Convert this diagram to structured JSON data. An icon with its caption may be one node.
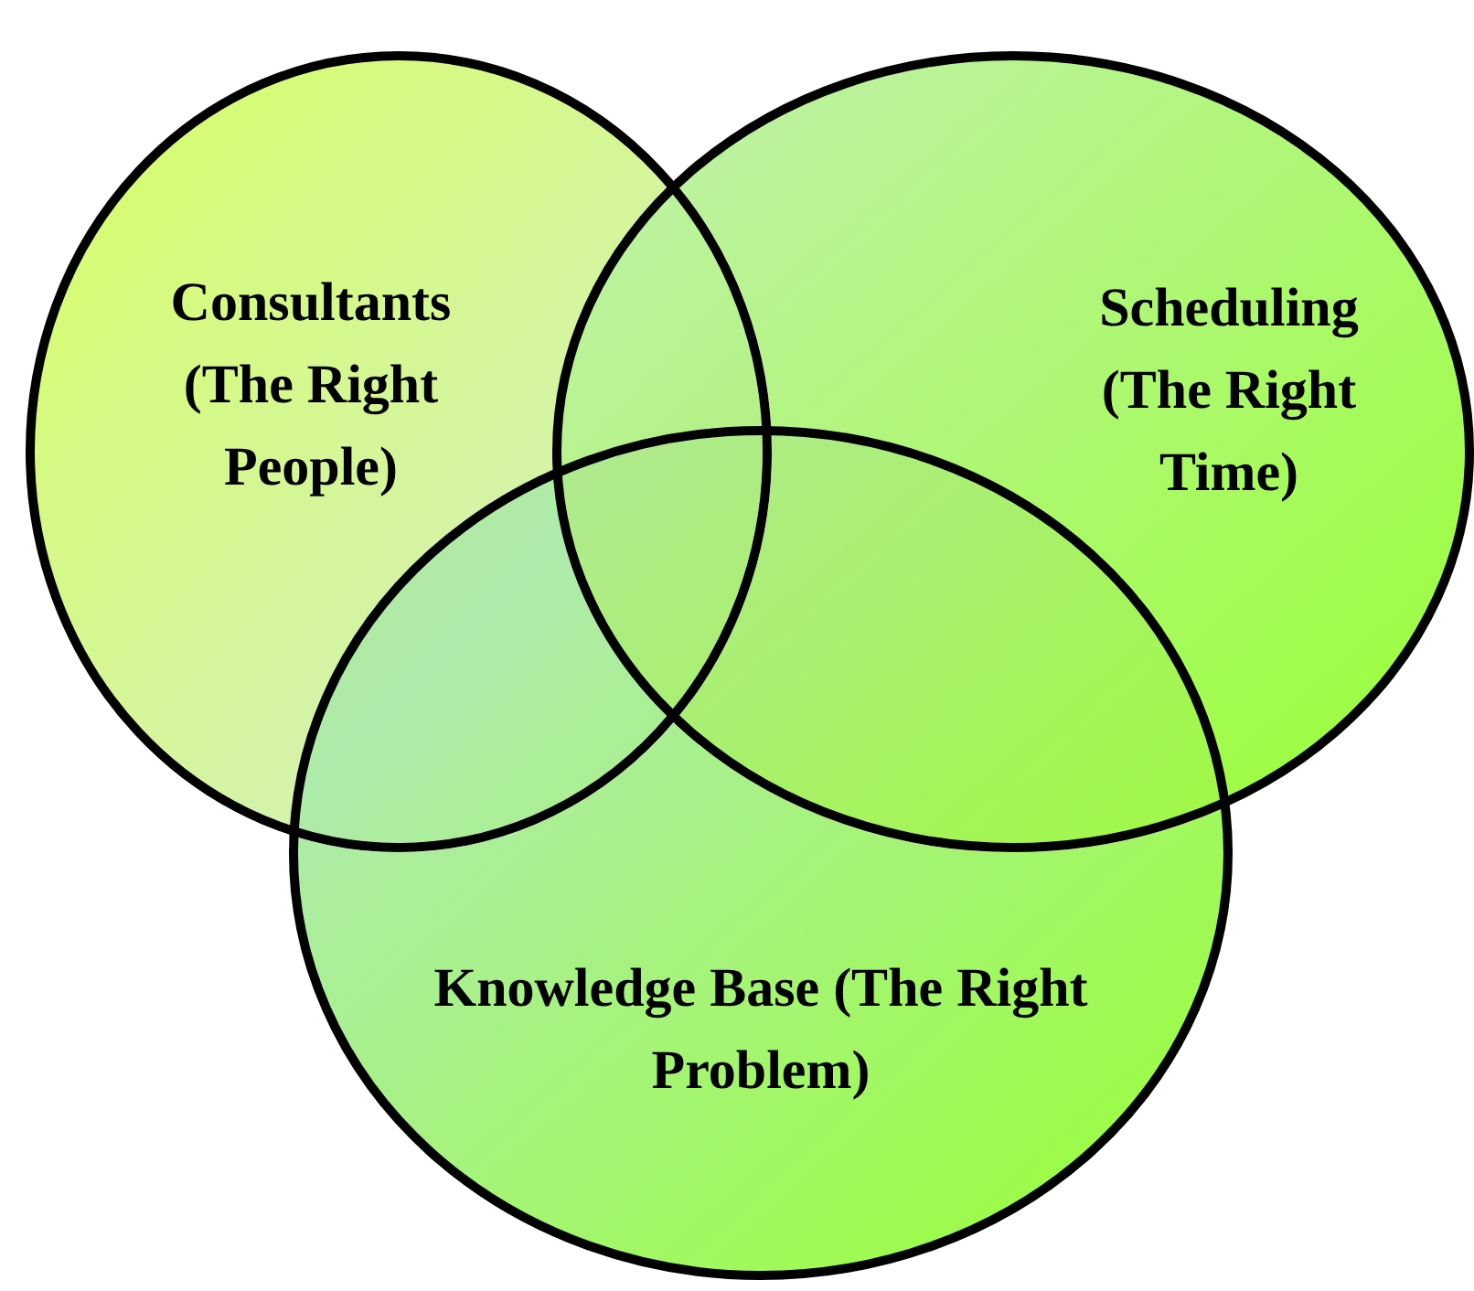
{
  "diagram": {
    "nodes": [
      {
        "text": [
          "Consultants (The Right People)"
        ]
      },
      {
        "text": [
          "Scheduling (The Right Time)"
        ]
      },
      {
        "text": [
          "Knowledge Base (The Right Problem)"
        ]
      }
    ]
  }
}
